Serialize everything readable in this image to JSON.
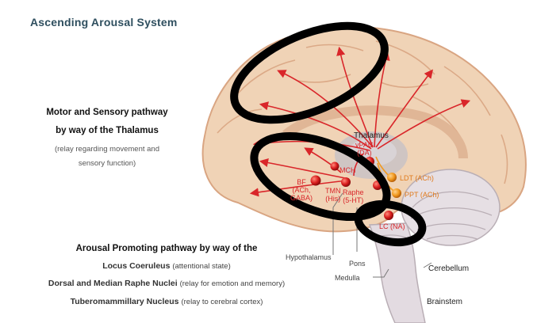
{
  "title": "Ascending Arousal System",
  "motor": {
    "line1": "Motor and Sensory pathway",
    "line2": "by way of the Thalamus",
    "note1": "(relay regarding movement and",
    "note2": "sensory function)"
  },
  "arousal": {
    "heading": "Arousal Promoting pathway by way of the",
    "items": [
      {
        "name": "Locus Coeruleus",
        "note": "(attentional state)"
      },
      {
        "name": "Dorsal and Median Raphe Nuclei",
        "note": "(relay for emotion and memory)"
      },
      {
        "name": "Tuberomammillary Nucleus",
        "note": "(relay to cerebral cortex)"
      }
    ]
  },
  "labels": {
    "thalamus": "Thalamus",
    "vpag1": "vPAG",
    "vpag2": "(DA)",
    "mch": "MCH",
    "ldt": "LDT (ACh)",
    "ppt": "PPT (ACh)",
    "bf1": "BF",
    "bf2": "(ACh,",
    "bf3": "GABA)",
    "tmn1": "TMN",
    "tmn2": "(His)",
    "raphe1": "Raphe",
    "raphe2": "(5-HT)",
    "lc": "LC (NA)",
    "hypothalamus": "Hypothalamus",
    "pons": "Pons",
    "medulla": "Medulla",
    "cerebellum": "Cerebellum",
    "brainstem": "Brainstem"
  },
  "colors": {
    "title": "#2f4f5f",
    "pathway_red": "#d9262a",
    "pathway_orange": "#f29a1f",
    "brain_tissue": "#f0d3b6",
    "annotation_ring": "#000000"
  }
}
